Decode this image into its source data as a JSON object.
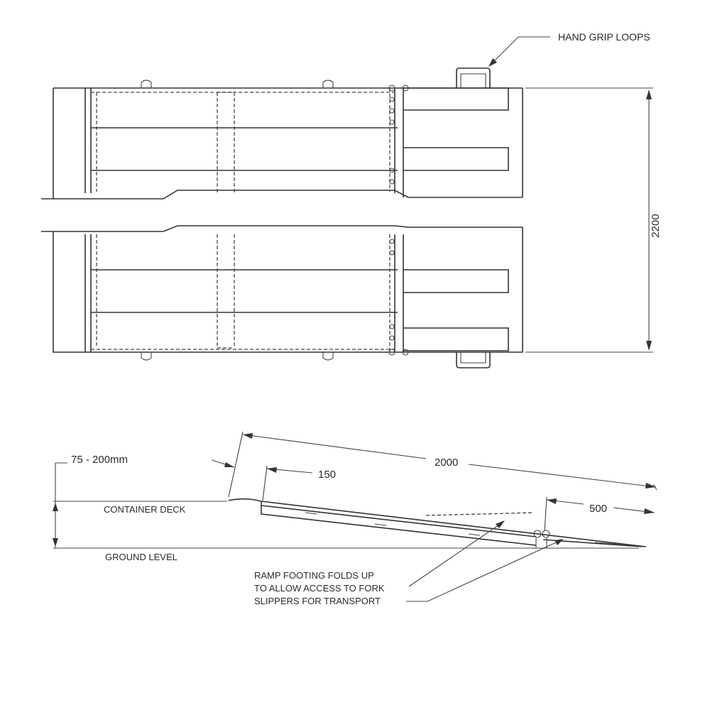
{
  "labels": {
    "hand_grip": "HAND GRIP LOOPS",
    "width_dim": "2200",
    "length_dim": "2000",
    "lip_dim": "150",
    "footing_dim": "500",
    "height_range": "75 - 200mm",
    "container_deck": "CONTAINER DECK",
    "ground_level": "GROUND LEVEL",
    "note_line1": "RAMP FOOTING FOLDS UP",
    "note_line2": "TO ALLOW ACCESS TO FORK",
    "note_line3": "SLIPPERS FOR TRANSPORT"
  },
  "colors": {
    "line": "#333333",
    "text": "#2a2a2a",
    "background": "#ffffff"
  }
}
